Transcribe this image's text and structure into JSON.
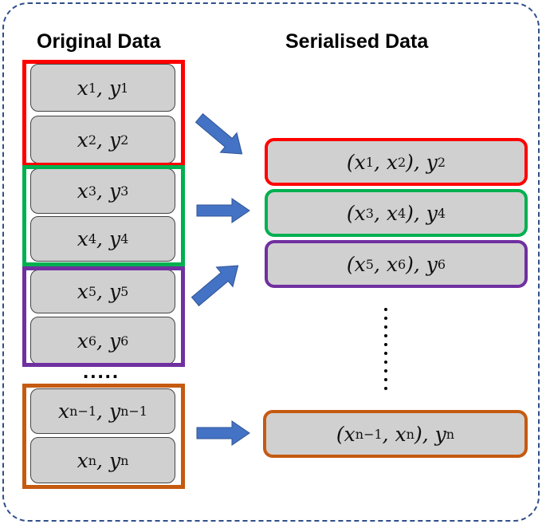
{
  "headings": {
    "original": "Original Data",
    "serialised": "Serialised Data"
  },
  "colors": {
    "frame": "#2f4f8a",
    "arrow": "#4472c4",
    "group_1": "#ff0000",
    "group_2": "#00b050",
    "group_3": "#7030a0",
    "group_n": "#c55a11"
  },
  "original_rows": [
    {
      "x": "x",
      "xs": "1",
      "y": "y",
      "ys": "1"
    },
    {
      "x": "x",
      "xs": "2",
      "y": "y",
      "ys": "2"
    },
    {
      "x": "x",
      "xs": "3",
      "y": "y",
      "ys": "3"
    },
    {
      "x": "x",
      "xs": "4",
      "y": "y",
      "ys": "4"
    },
    {
      "x": "x",
      "xs": "5",
      "y": "y",
      "ys": "5"
    },
    {
      "x": "x",
      "xs": "6",
      "y": "y",
      "ys": "6"
    },
    {
      "x": "x",
      "xs": "n−1",
      "y": "y",
      "ys": "n−1"
    },
    {
      "x": "x",
      "xs": "n",
      "y": "y",
      "ys": "n"
    }
  ],
  "serialised_rows": [
    {
      "a": "1",
      "b": "2",
      "y": "2"
    },
    {
      "a": "3",
      "b": "4",
      "y": "4"
    },
    {
      "a": "5",
      "b": "6",
      "y": "6"
    },
    {
      "a": "n−1",
      "b": "n",
      "y": "n"
    }
  ],
  "ellipsis_original": ".....",
  "ellipsis_serialised": "⋮"
}
